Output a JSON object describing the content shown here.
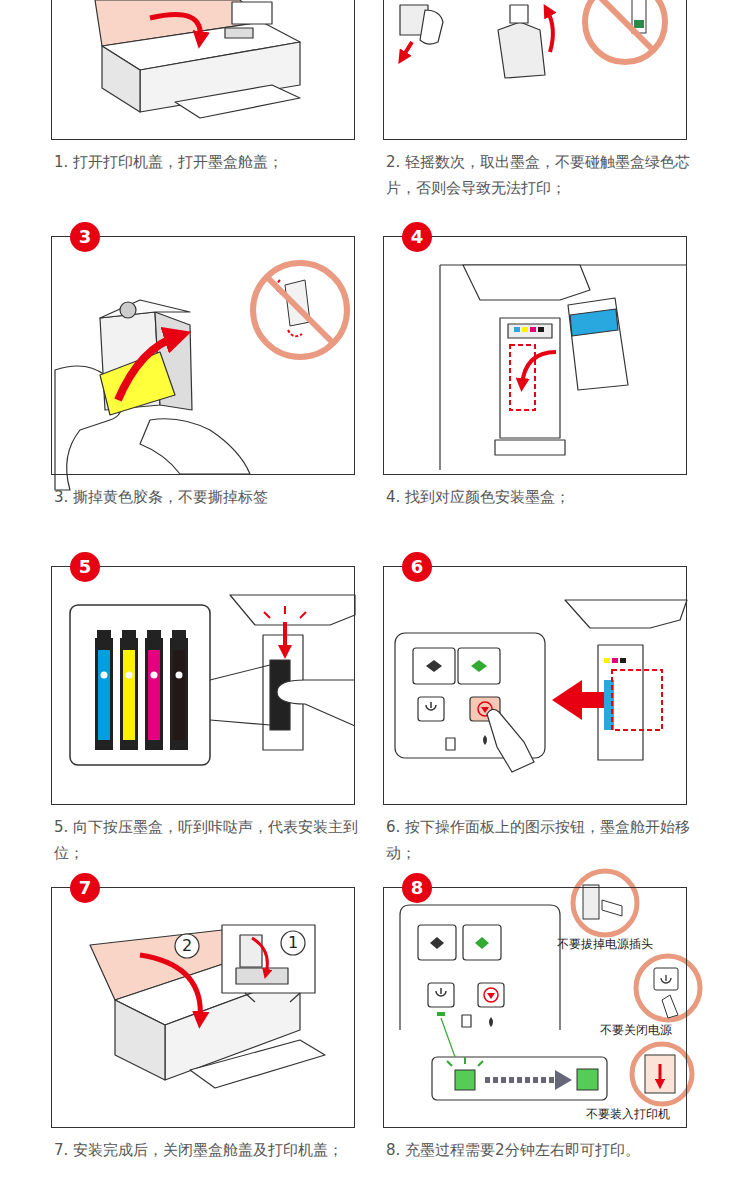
{
  "diagram": {
    "nodes": [
      {
        "text": [
          "1. 打开打印机盖，打开墨盒舱盖；"
        ]
      },
      {
        "text": [
          "2. 轻摇数次，取出墨盒，不要碰触墨盒绿色芯片，否则会导致无法打印；"
        ]
      },
      {
        "text": [
          "3. 撕掉黄色胶条，不要撕掉标签"
        ]
      },
      {
        "text": [
          "3"
        ],
        "in": 2
      },
      {
        "text": [
          "4. 找到对应颜色安装墨盒；"
        ]
      },
      {
        "text": [
          "4"
        ],
        "in": 4
      },
      {
        "text": [
          "5. 向下按压墨盒，听到咔哒声，代表安装主到位；"
        ]
      },
      {
        "text": [
          "5"
        ],
        "in": 6
      },
      {
        "text": [
          "6. 按下操作面板上的图示按钮，墨盒舱开始移动；"
        ]
      },
      {
        "text": [
          "6"
        ],
        "in": 8
      },
      {
        "text": [
          "7. 安装完成后，关闭墨盒舱盖及打印机盖；"
        ]
      },
      {
        "text": [
          "7"
        ],
        "in": 10
      },
      {
        "text": [
          "8. 充墨过程需要2分钟左右即可打印。"
        ]
      },
      {
        "text": [
          "8"
        ],
        "in": 12
      }
    ],
    "labels": [
      "2",
      "1",
      "不要拔掉电源插头",
      "不要关闭电源",
      "不要装入打印机"
    ]
  }
}
